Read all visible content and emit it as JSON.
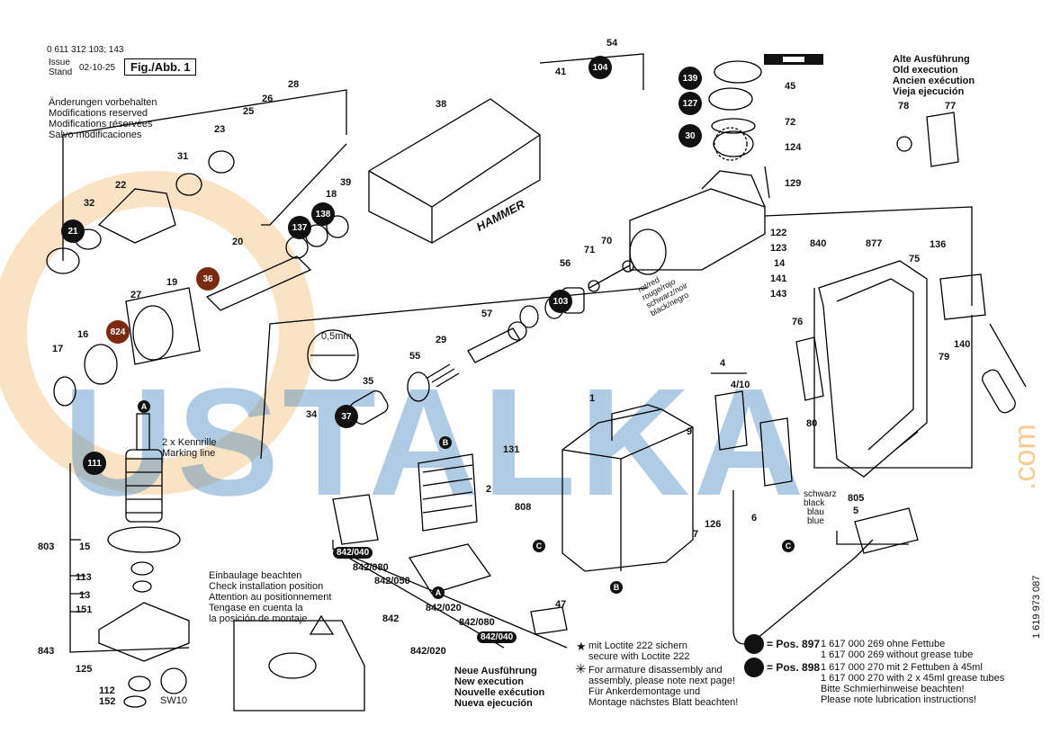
{
  "header": {
    "doc_number": "0 611 312 103; 143",
    "issue_label": "Issue",
    "stand_label": "Stand",
    "issue_date": "02-10-25",
    "fig_label": "Fig./Abb. 1",
    "modifications": [
      "Änderungen vorbehalten",
      "Modifications reserved",
      "Modifications réservées",
      "Salvo modificaciones"
    ]
  },
  "old_execution": [
    "Alte Ausführung",
    "Old execution",
    "Ancien exécution",
    "Vieja ejecución"
  ],
  "new_execution": [
    "Neue Ausführung",
    "New execution",
    "Nouvelle exécution",
    "Nueva ejecución"
  ],
  "install_note": [
    "Einbaulage beachten",
    "Check installation position",
    "Attention au positionnement",
    "Tengase en cuenta la",
    "la posición de montaje"
  ],
  "marking": [
    "2 x Kennrille",
    "Marking line"
  ],
  "dimension": "0,5mm",
  "wire_colors": [
    "rot/red",
    "rouge/rojo",
    "schwarz/noir",
    "black/negro"
  ],
  "cable_colors": [
    "schwarz",
    "black",
    "blau",
    "blue"
  ],
  "brand_label": "HAMMER",
  "tool_label": "SW10",
  "legend": {
    "loctite": [
      "mit Loctite 222 sichern",
      "secure with Loctite 222"
    ],
    "armature": [
      "For armature disassembly and",
      "assembly, please note next page!",
      "Für Ankerdemontage und",
      "Montage nächstes Blatt beachten!"
    ],
    "pos897_label": "= Pos. 897",
    "pos898_label": "= Pos. 898",
    "pos897_text": [
      "1 617 000 269 ohne Fettube",
      "1 617 000 269 without grease tube"
    ],
    "pos898_text": [
      "1 617 000 270 mit 2 Fettuben à 45ml",
      "1 617 000 270 with 2 x 45ml grease tubes",
      "Bitte Schmierhinweise beachten!",
      "Please note lubrication instructions!"
    ]
  },
  "side_code": "1 619 973 087",
  "watermark": {
    "text": "USTALKA",
    "suffix": ".com",
    "color": "#1f6fb5",
    "ring_color": "#f1a33a"
  },
  "part_numbers": [
    "41",
    "54",
    "104",
    "139",
    "45",
    "127",
    "30",
    "72",
    "124",
    "129",
    "38",
    "28",
    "26",
    "25",
    "23",
    "31",
    "22",
    "32",
    "21",
    "137",
    "138",
    "18",
    "39",
    "20",
    "36",
    "19",
    "27",
    "824",
    "16",
    "17",
    "122",
    "123",
    "14",
    "141",
    "143",
    "840",
    "877",
    "75",
    "136",
    "140",
    "79",
    "76",
    "78",
    "77",
    "71",
    "70",
    "56",
    "103",
    "57",
    "55",
    "29",
    "35",
    "37",
    "34",
    "111",
    "15",
    "113",
    "13",
    "151",
    "843",
    "803",
    "125",
    "112",
    "152",
    "1",
    "131",
    "9",
    "808",
    "2",
    "4",
    "4/10",
    "80",
    "126",
    "7",
    "6",
    "805",
    "5",
    "842/040",
    "842/080",
    "842/050",
    "842/020",
    "842",
    "47"
  ],
  "circled_parts": [
    "104",
    "139",
    "127",
    "30",
    "21",
    "137",
    "138",
    "36",
    "824",
    "103",
    "37",
    "111"
  ],
  "callouts": [
    "A",
    "B",
    "C"
  ]
}
